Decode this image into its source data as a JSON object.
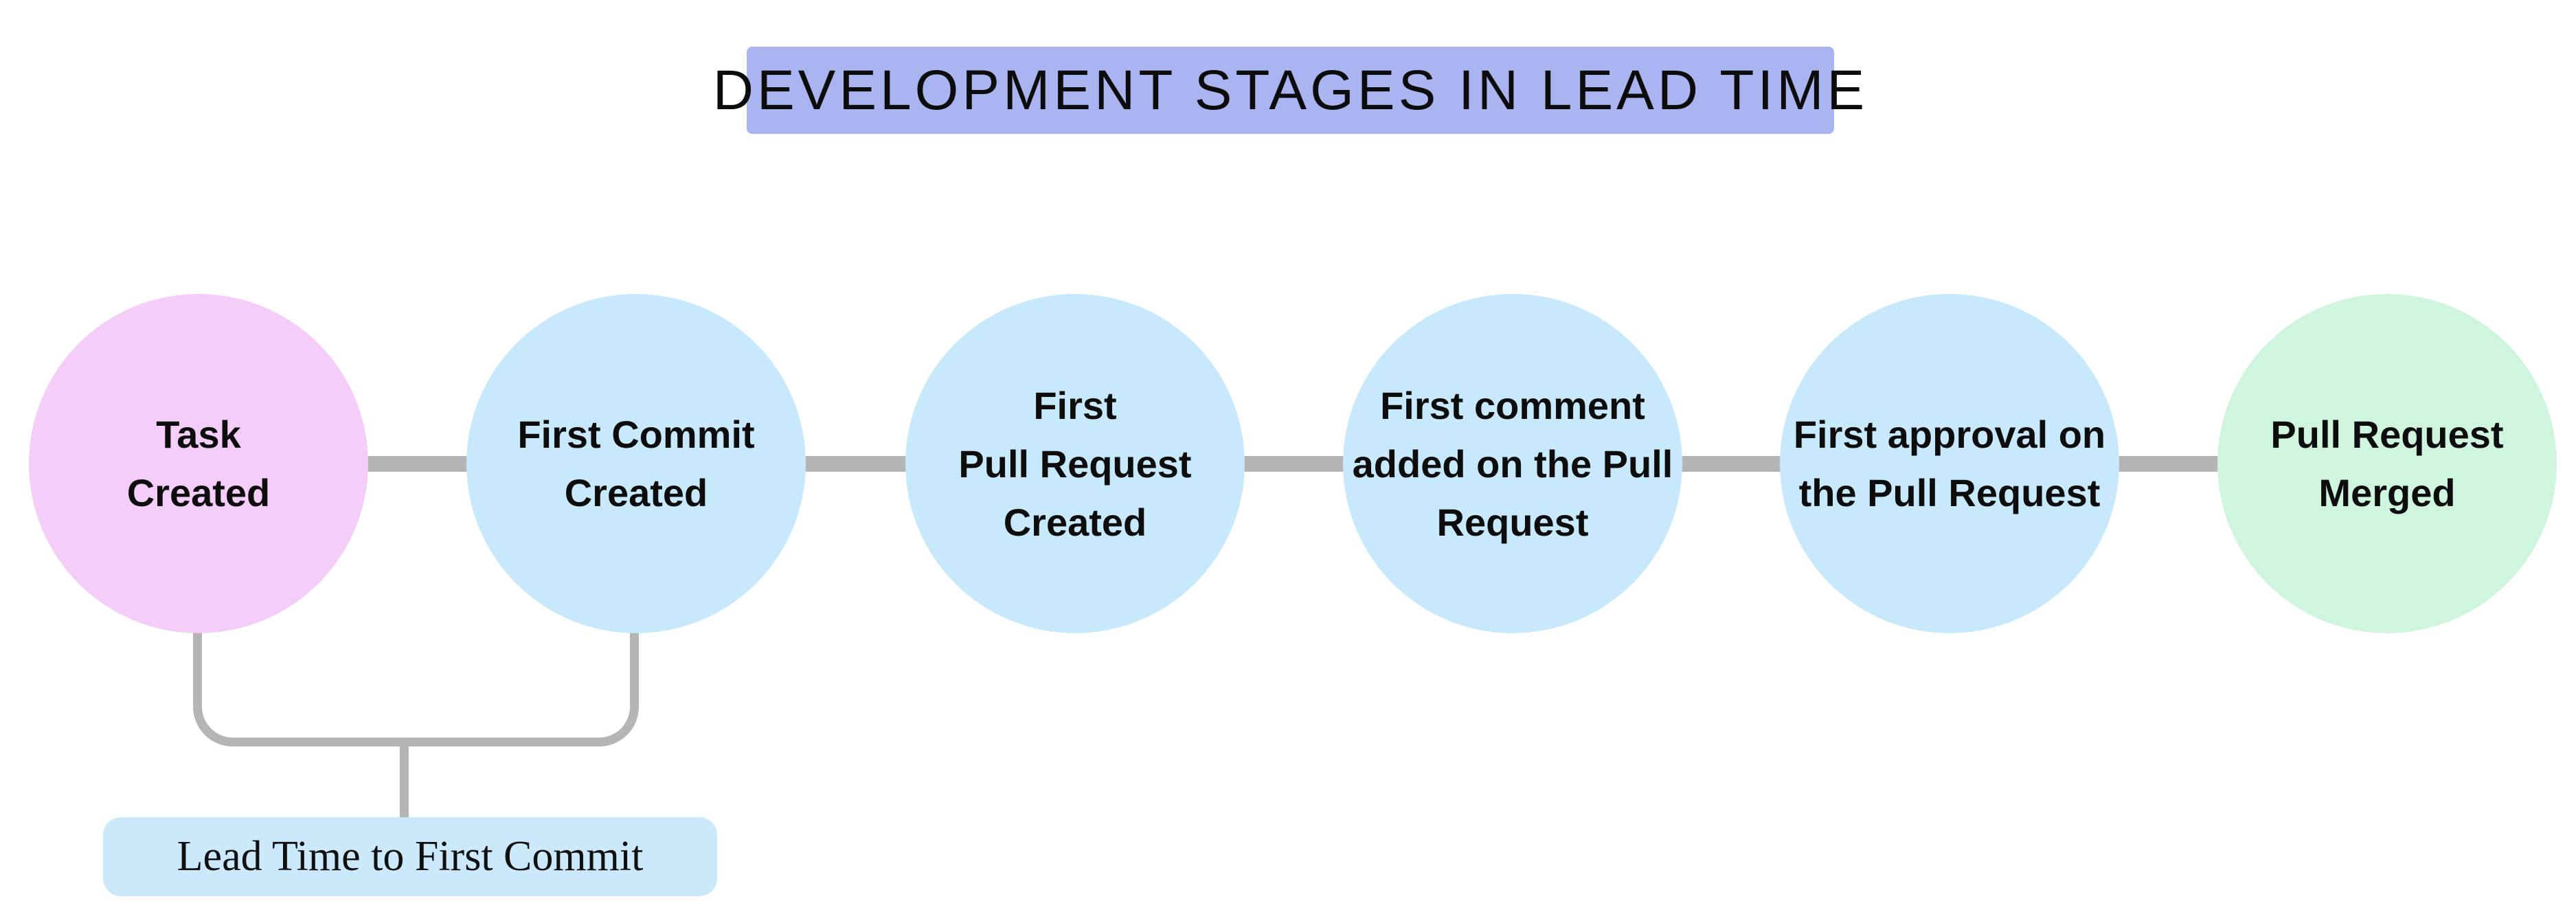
{
  "title": {
    "text": "DEVELOPMENT STAGES IN LEAD TIME",
    "bg": "#a9b4f0"
  },
  "stages": [
    {
      "name": "task-created",
      "lines": [
        "Task",
        "Created"
      ],
      "color": "#f4cdf8"
    },
    {
      "name": "first-commit-created",
      "lines": [
        "First Commit",
        "Created"
      ],
      "color": "#c8e9fc"
    },
    {
      "name": "first-pull-request-created",
      "lines": [
        "First",
        "Pull Request",
        "Created"
      ],
      "color": "#c8e9fc"
    },
    {
      "name": "first-comment-added",
      "lines": [
        "First comment",
        "added on the Pull",
        "Request"
      ],
      "color": "#c8e9fc"
    },
    {
      "name": "first-approval",
      "lines": [
        "First approval on",
        "the Pull Request"
      ],
      "color": "#c8e9fc"
    },
    {
      "name": "pull-request-merged",
      "lines": [
        "Pull Request",
        "Merged"
      ],
      "color": "#d0f5de"
    }
  ],
  "annotation": {
    "label": "Lead Time to First Commit",
    "bg": "#cbe9fb"
  },
  "colors": {
    "connector": "#b5b5b5",
    "text": "#0d0d0d",
    "background": "#ffffff"
  }
}
